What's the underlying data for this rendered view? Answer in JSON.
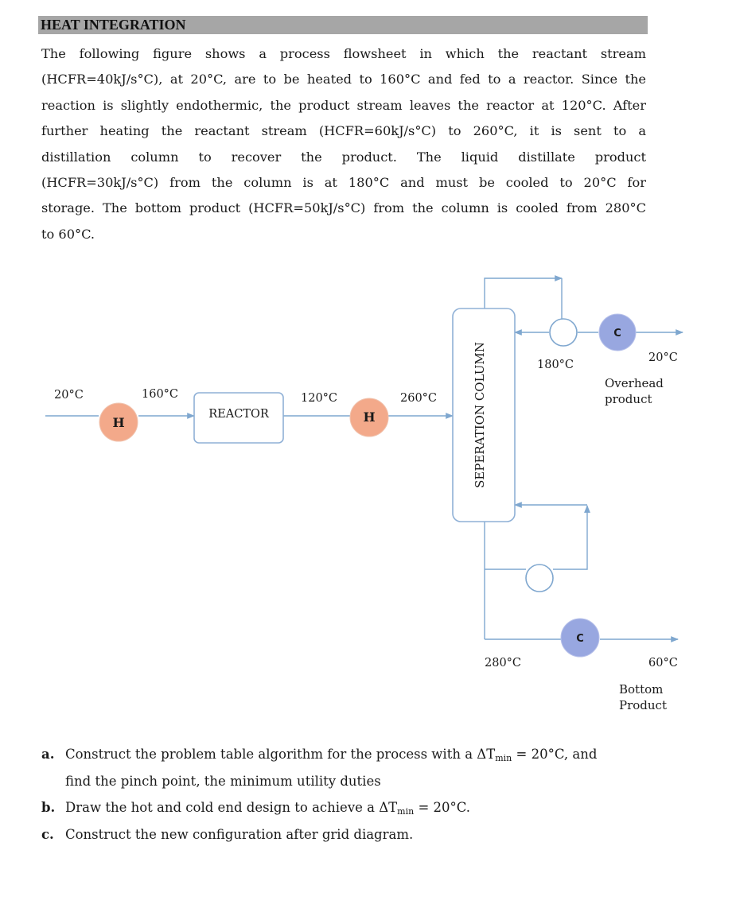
{
  "header": {
    "title": "HEAT INTEGRATION"
  },
  "intro_lines": [
    "The following figure shows a process flowsheet in which the reactant stream",
    "(HCFR=40kJ/s°C), at 20°C, are to be heated to 160°C and fed to a reactor. Since the",
    "reaction is slightly endothermic, the product stream leaves the reactor at 120°C. After",
    "further heating the reactant stream (HCFR=60kJ/s°C) to 260°C, it is sent to a",
    "distillation column to recover the product. The liquid distillate product",
    "(HCFR=30kJ/s°C) from the column is at 180°C and must be cooled to 20°C for",
    "storage. The bottom product (HCFR=50kJ/s°C) from the column is cooled from 280°C",
    "to 60°C."
  ],
  "diagram": {
    "temps": {
      "feed_in": "20°C",
      "reactor_in": "160°C",
      "reactor_out": "120°C",
      "column_feed": "260°C",
      "overhead_top": "180°C",
      "overhead_out": "20°C",
      "bottom_top": "280°C",
      "bottom_out": "60°C"
    },
    "units": {
      "heater1": "H",
      "heater2": "H",
      "reactor": "REACTOR",
      "column": "SEPERATION COLUMN",
      "cooler_top": "C",
      "cooler_bottom": "C"
    },
    "labels": {
      "overhead_1": "Overhead",
      "overhead_2": "product",
      "bottom_1": "Bottom",
      "bottom_2": "Product"
    },
    "colors": {
      "line": "#7fa7cf",
      "heater_fill": "#f3a98a",
      "cooler_fill": "#98a7e0",
      "unit_stroke": "#8fb0d6"
    }
  },
  "questions": {
    "a_label": "a.",
    "a_text_1": "Construct the problem table algorithm for the process with a ΔT",
    "a_sub": "min",
    "a_text_2": " = 20°C, and",
    "a_text_3": "find the pinch point, the minimum utility duties",
    "b_label": "b.",
    "b_text_1": "Draw the hot and cold end design to achieve a ΔT",
    "b_sub": "min",
    "b_text_2": " = 20°C.",
    "c_label": "c.",
    "c_text": "Construct the new configuration after grid diagram."
  }
}
